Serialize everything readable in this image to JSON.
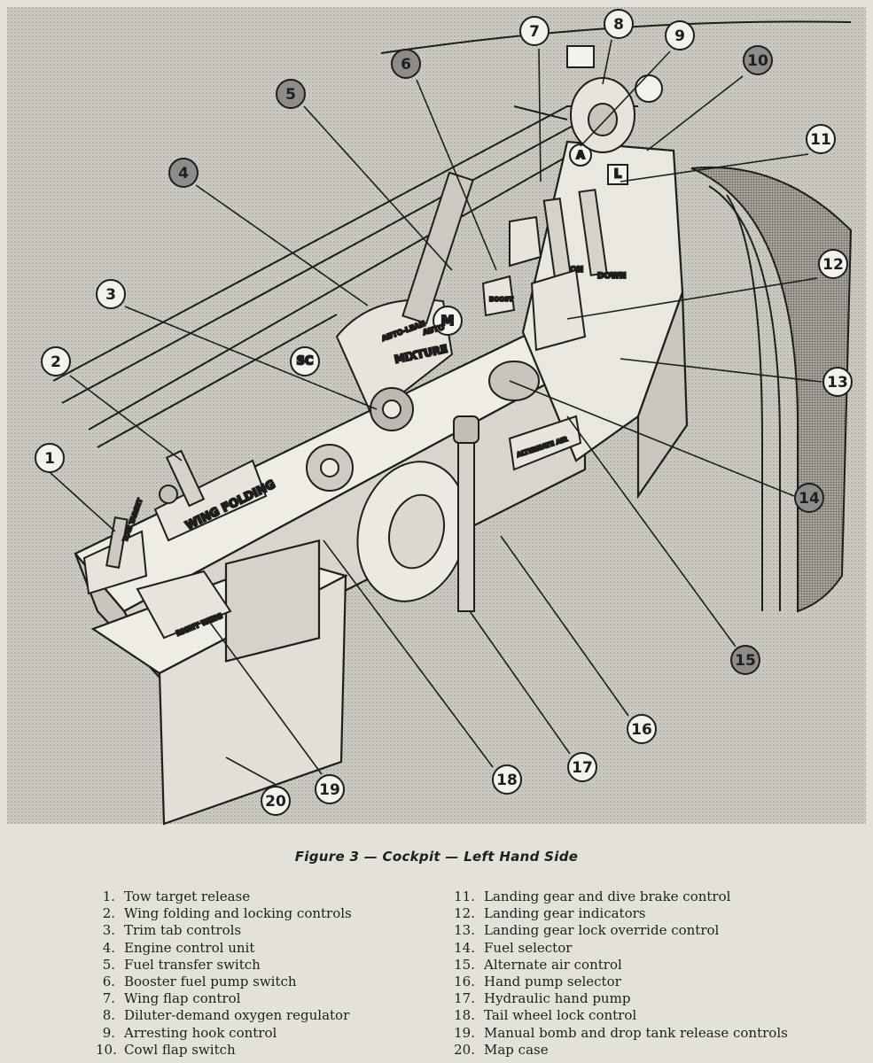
{
  "figure": {
    "caption": "Figure 3 — Cockpit — Left Hand Side"
  },
  "panel_labels": {
    "wing_folding": "WING FOLDING",
    "mixture": "MIXTURE",
    "m": "M",
    "sc": "SC",
    "on": "ON",
    "down": "DOWN",
    "boost": "BOOST",
    "a": "A",
    "l": "L",
    "tow_target": "TOW TARGET",
    "right_wing": "RIGHT WING",
    "alternate_air": "ALTERNATE AIR",
    "auto_lean": "AUTO-LEAN",
    "auto_rich": "AUTO"
  },
  "callouts": [
    {
      "number": "1",
      "style": "light"
    },
    {
      "number": "2",
      "style": "light"
    },
    {
      "number": "3",
      "style": "light"
    },
    {
      "number": "4",
      "style": "dark"
    },
    {
      "number": "5",
      "style": "dark"
    },
    {
      "number": "6",
      "style": "dark"
    },
    {
      "number": "7",
      "style": "light"
    },
    {
      "number": "8",
      "style": "light"
    },
    {
      "number": "9",
      "style": "light"
    },
    {
      "number": "10",
      "style": "dark"
    },
    {
      "number": "11",
      "style": "light"
    },
    {
      "number": "12",
      "style": "light"
    },
    {
      "number": "13",
      "style": "light"
    },
    {
      "number": "14",
      "style": "dark"
    },
    {
      "number": "15",
      "style": "dark"
    },
    {
      "number": "16",
      "style": "light"
    },
    {
      "number": "17",
      "style": "light"
    },
    {
      "number": "18",
      "style": "light"
    },
    {
      "number": "19",
      "style": "light"
    },
    {
      "number": "20",
      "style": "light"
    }
  ],
  "legend": [
    {
      "num": "1.",
      "text": "Tow target release"
    },
    {
      "num": "2.",
      "text": "Wing folding and locking controls"
    },
    {
      "num": "3.",
      "text": "Trim tab controls"
    },
    {
      "num": "4.",
      "text": "Engine control unit"
    },
    {
      "num": "5.",
      "text": "Fuel transfer switch"
    },
    {
      "num": "6.",
      "text": "Booster fuel pump switch"
    },
    {
      "num": "7.",
      "text": "Wing flap control"
    },
    {
      "num": "8.",
      "text": "Diluter-demand oxygen regulator"
    },
    {
      "num": "9.",
      "text": "Arresting hook control"
    },
    {
      "num": "10.",
      "text": "Cowl flap switch"
    },
    {
      "num": "11.",
      "text": "Landing gear and dive brake control"
    },
    {
      "num": "12.",
      "text": "Landing gear indicators"
    },
    {
      "num": "13.",
      "text": "Landing gear lock override control"
    },
    {
      "num": "14.",
      "text": "Fuel selector"
    },
    {
      "num": "15.",
      "text": "Alternate air control"
    },
    {
      "num": "16.",
      "text": "Hand pump selector"
    },
    {
      "num": "17.",
      "text": "Hydraulic hand pump"
    },
    {
      "num": "18.",
      "text": "Tail wheel lock control"
    },
    {
      "num": "19.",
      "text": "Manual bomb and drop tank release controls"
    },
    {
      "num": "20.",
      "text": "Map case"
    }
  ]
}
